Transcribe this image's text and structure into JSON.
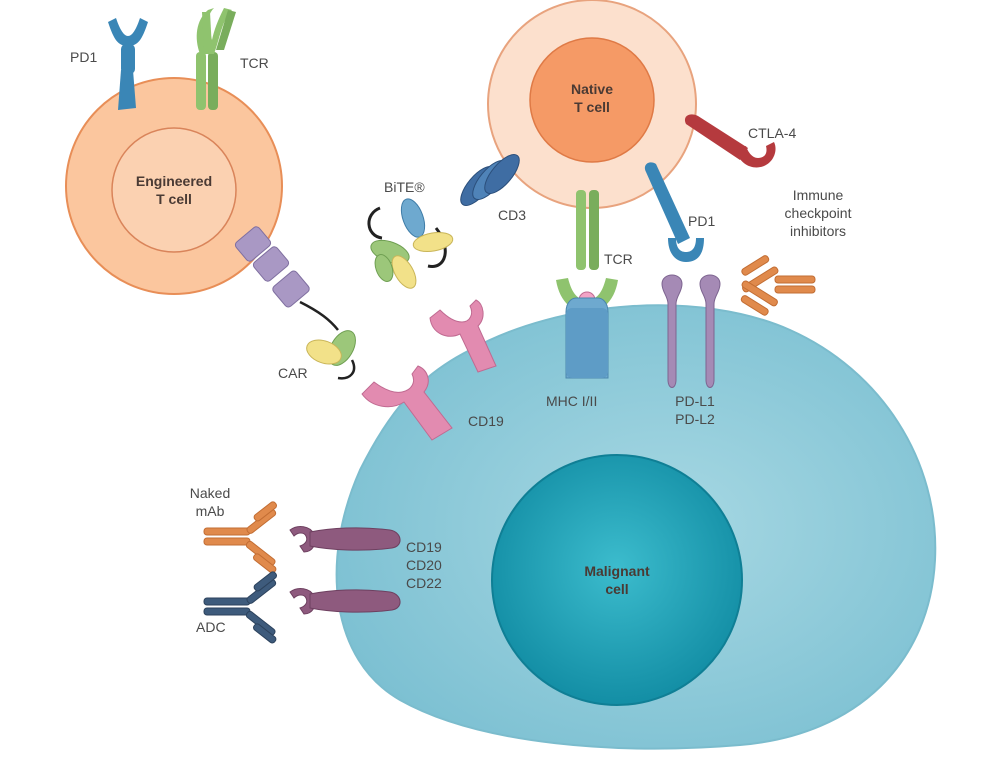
{
  "labels": {
    "engineered_cell": [
      "Engineered",
      "T cell"
    ],
    "native_cell": [
      "Native",
      "T cell"
    ],
    "malignant_cell": [
      "Malignant",
      "cell"
    ],
    "pd1_left": "PD1",
    "tcr_left": "TCR",
    "bite": "BiTE®",
    "car": "CAR",
    "cd19_left": "CD19",
    "cd3": "CD3",
    "tcr_mid": "TCR",
    "mhc": "MHC I/II",
    "pd1_right": "PD1",
    "ctla4": "CTLA-4",
    "checkpoint": [
      "Immune",
      "checkpoint",
      "inhibitors"
    ],
    "pdl": [
      "PD-L1",
      "PD-L2"
    ],
    "naked_mab": [
      "Naked",
      "mAb"
    ],
    "adc": "ADC",
    "cd_list": [
      "CD19",
      "CD20",
      "CD22"
    ]
  },
  "colors": {
    "t_cell_outer": "#fbc69e",
    "t_cell_inner": "#f59a66",
    "malignant_outer": "#8ecad9",
    "malignant_nucleus": "#1c9fb4",
    "pd1": "#3a86b6",
    "tcr": "#8fc36e",
    "car_linker": "#a998c4",
    "cd19": "#e28bb0",
    "mhc": "#6ea9cf",
    "pdl": "#a58ab5",
    "ctla4": "#b53a3e",
    "antibody_orange": "#e08a4c",
    "adc": "#3e5b7c",
    "cd_receptors": "#8e5a7e"
  }
}
